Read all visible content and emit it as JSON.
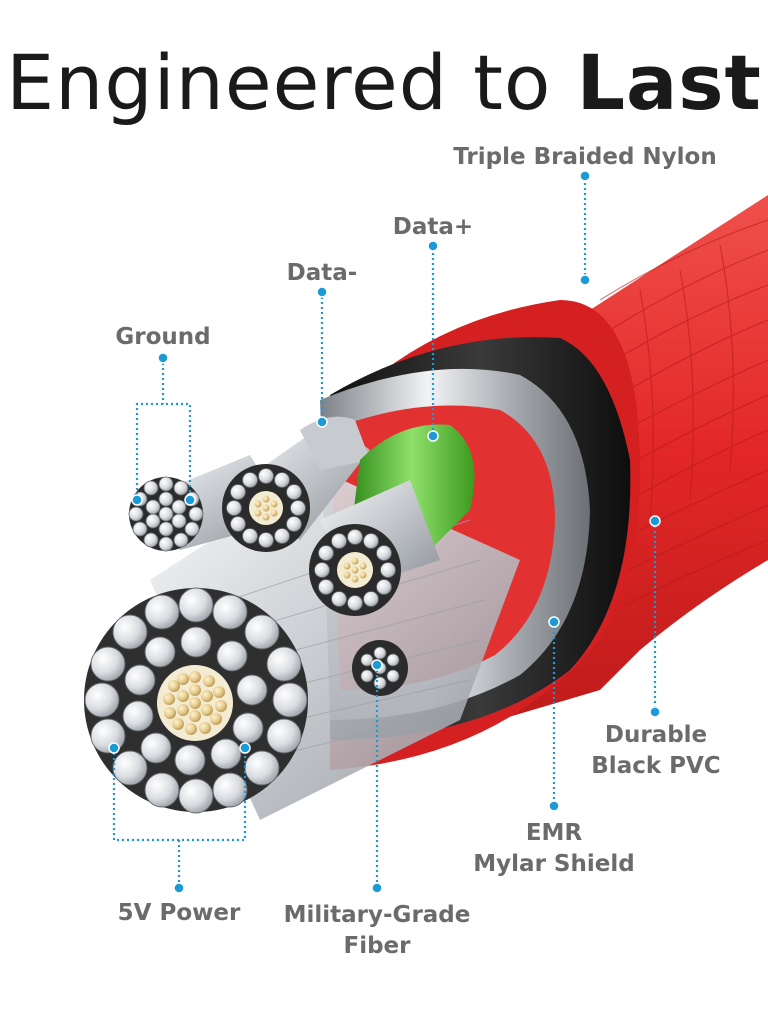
{
  "title": {
    "prefix": "Engineered to",
    "emphasis": "Last"
  },
  "labels": {
    "nylon": "Triple Braided Nylon",
    "data_plus": "Data+",
    "data_minus": "Data-",
    "ground": "Ground",
    "pvc_line1": "Durable",
    "pvc_line2": "Black PVC",
    "shield_line1": "EMR",
    "shield_line2": "Mylar Shield",
    "power": "5V Power",
    "fiber_line1": "Military-Grade",
    "fiber_line2": "Fiber"
  },
  "colors": {
    "sheath": "#e22726",
    "pvc": "#1b1b1b",
    "shield": "#c9ccd0",
    "data_plus_insulation": "#52b62c",
    "wire": "#d9dce0",
    "copper": "#e5c98b",
    "callout": "#1b9ad6",
    "label": "#6b6b6b"
  }
}
